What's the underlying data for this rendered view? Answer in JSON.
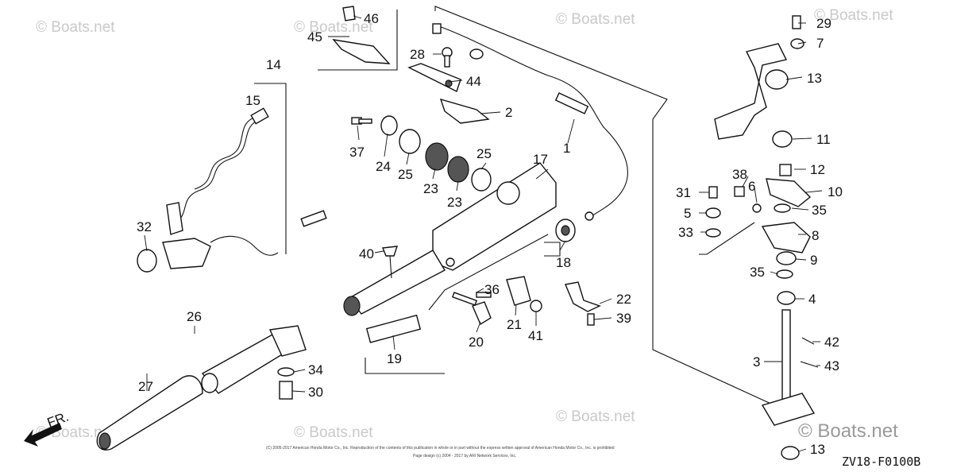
{
  "watermark": "© Boats.net",
  "bottom_watermark": "© Boats.net",
  "diagram_code": "ZV18-F0100B",
  "front_label": "FR.",
  "copyright_line1": "(C) 2005-2017 American Honda Motor Co., Inc. Reproduction of the contents of this publication in whole or in part without the express written approval of American Honda Motor Co., Inc. is prohibited",
  "copyright_line2": "Page design (c) 2004 - 2017 by ARI Network Services, Inc.",
  "callouts": [
    {
      "id": "c1",
      "label": "1"
    },
    {
      "id": "c2",
      "label": "2"
    },
    {
      "id": "c3",
      "label": "3"
    },
    {
      "id": "c4",
      "label": "4"
    },
    {
      "id": "c5",
      "label": "5"
    },
    {
      "id": "c6",
      "label": "6"
    },
    {
      "id": "c7",
      "label": "7"
    },
    {
      "id": "c8",
      "label": "8"
    },
    {
      "id": "c9",
      "label": "9"
    },
    {
      "id": "c10",
      "label": "10"
    },
    {
      "id": "c11",
      "label": "11"
    },
    {
      "id": "c12",
      "label": "12"
    },
    {
      "id": "c13a",
      "label": "13"
    },
    {
      "id": "c13b",
      "label": "13"
    },
    {
      "id": "c14",
      "label": "14"
    },
    {
      "id": "c15",
      "label": "15"
    },
    {
      "id": "c17",
      "label": "17"
    },
    {
      "id": "c18",
      "label": "18"
    },
    {
      "id": "c19",
      "label": "19"
    },
    {
      "id": "c20",
      "label": "20"
    },
    {
      "id": "c21",
      "label": "21"
    },
    {
      "id": "c22",
      "label": "22"
    },
    {
      "id": "c23a",
      "label": "23"
    },
    {
      "id": "c23b",
      "label": "23"
    },
    {
      "id": "c24",
      "label": "24"
    },
    {
      "id": "c25a",
      "label": "25"
    },
    {
      "id": "c25b",
      "label": "25"
    },
    {
      "id": "c26",
      "label": "26"
    },
    {
      "id": "c27",
      "label": "27"
    },
    {
      "id": "c28",
      "label": "28"
    },
    {
      "id": "c29",
      "label": "29"
    },
    {
      "id": "c30",
      "label": "30"
    },
    {
      "id": "c31",
      "label": "31"
    },
    {
      "id": "c32",
      "label": "32"
    },
    {
      "id": "c33",
      "label": "33"
    },
    {
      "id": "c34",
      "label": "34"
    },
    {
      "id": "c35a",
      "label": "35"
    },
    {
      "id": "c35b",
      "label": "35"
    },
    {
      "id": "c36",
      "label": "36"
    },
    {
      "id": "c37",
      "label": "37"
    },
    {
      "id": "c38",
      "label": "38"
    },
    {
      "id": "c39",
      "label": "39"
    },
    {
      "id": "c40",
      "label": "40"
    },
    {
      "id": "c41",
      "label": "41"
    },
    {
      "id": "c42",
      "label": "42"
    },
    {
      "id": "c43",
      "label": "43"
    },
    {
      "id": "c44",
      "label": "44"
    },
    {
      "id": "c45",
      "label": "45"
    },
    {
      "id": "c46",
      "label": "46"
    }
  ]
}
